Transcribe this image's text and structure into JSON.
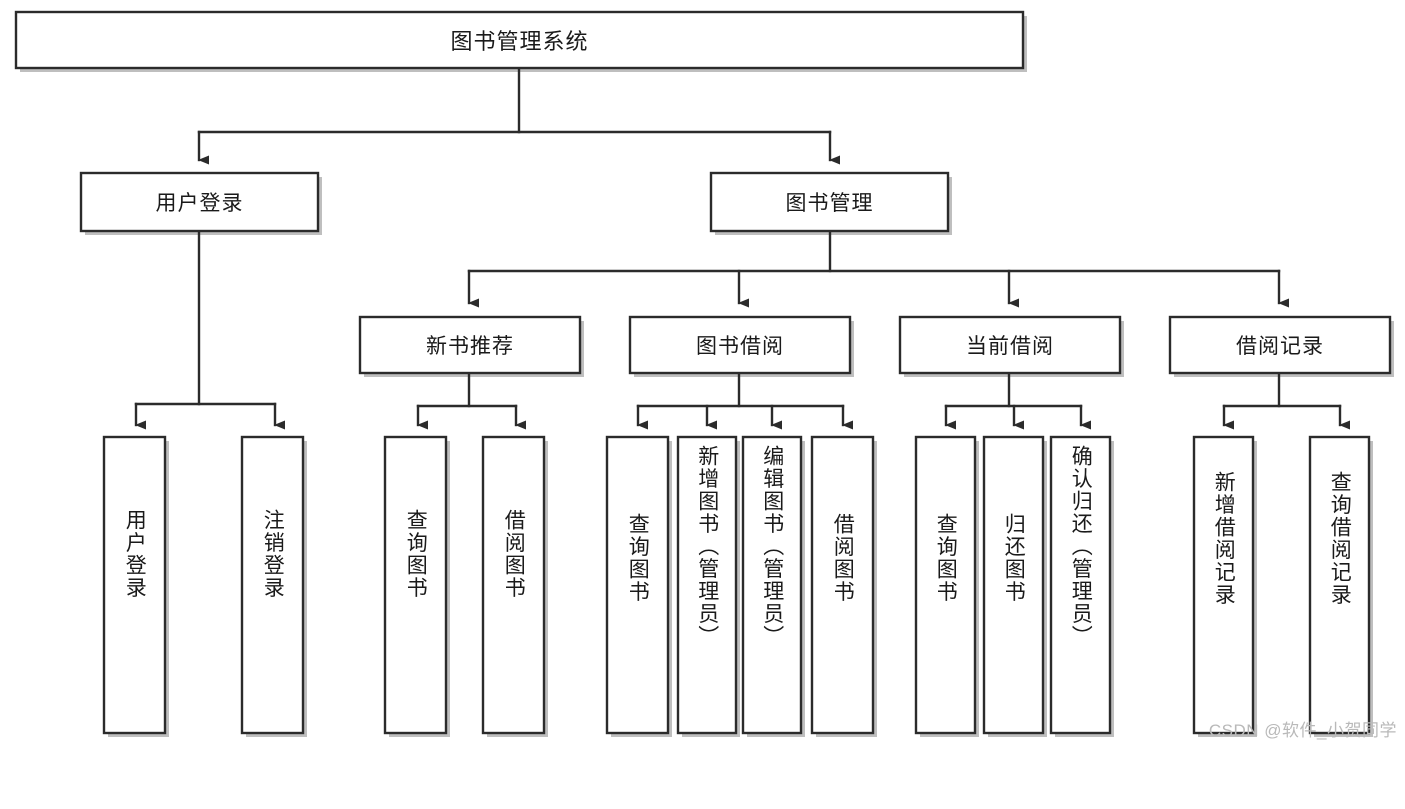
{
  "diagram": {
    "type": "tree-hierarchy",
    "title": "图书管理系统",
    "root": {
      "label": "图书管理系统"
    },
    "level1": [
      {
        "label": "用户登录"
      },
      {
        "label": "图书管理"
      }
    ],
    "level2": [
      {
        "label": "新书推荐"
      },
      {
        "label": "图书借阅"
      },
      {
        "label": "当前借阅"
      },
      {
        "label": "借阅记录"
      }
    ],
    "leaves_user_login": [
      {
        "label": "用户登录"
      },
      {
        "label": "注销登录"
      }
    ],
    "leaves_new_book": [
      {
        "label": "查询图书"
      },
      {
        "label": "借阅图书"
      }
    ],
    "leaves_borrow": [
      {
        "label": "查询图书"
      },
      {
        "label": "新增图书（管理员）"
      },
      {
        "label": "编辑图书（管理员）"
      },
      {
        "label": "借阅图书"
      }
    ],
    "leaves_current": [
      {
        "label": "查询图书"
      },
      {
        "label": "归还图书"
      },
      {
        "label": "确认归还（管理员）"
      }
    ],
    "leaves_record": [
      {
        "label": "新增借阅记录"
      },
      {
        "label": "查询借阅记录"
      }
    ]
  },
  "watermark": {
    "text": "CSDN @软件_小贺同学"
  },
  "colors": {
    "stroke": "#2b2b2b",
    "fill": "#ffffff",
    "text": "#1a1a1a",
    "shadow": "#bfbfbf",
    "watermark": "#b9b9b9"
  }
}
